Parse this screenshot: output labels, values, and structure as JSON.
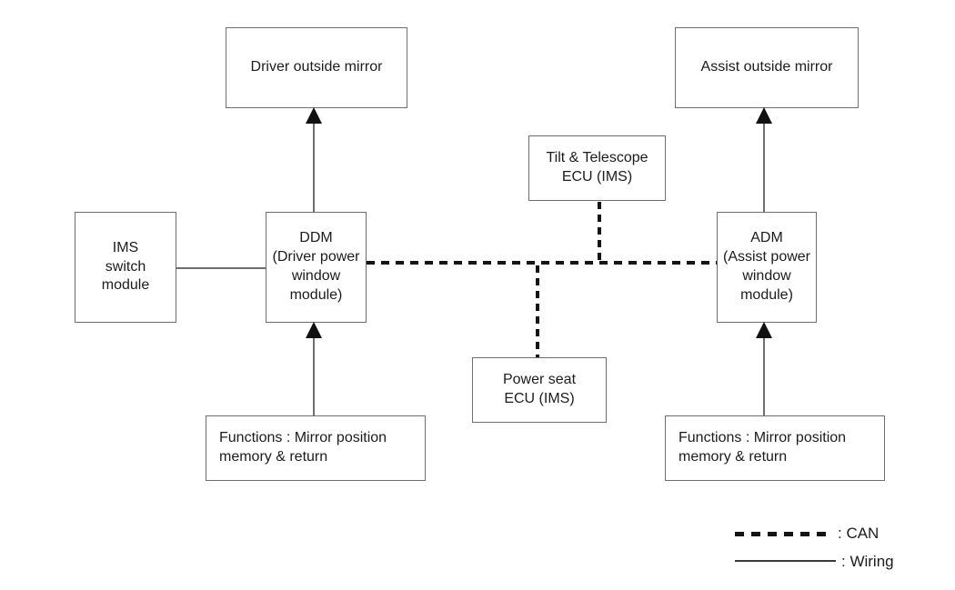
{
  "diagram": {
    "boxes": {
      "driver_outside_mirror": {
        "label": "Driver outside mirror"
      },
      "assist_outside_mirror": {
        "label": "Assist outside mirror"
      },
      "tilt_telescope_ecu": {
        "label": "Tilt & Telescope\nECU (IMS)"
      },
      "ims_switch_module": {
        "label": "IMS\nswitch\nmodule"
      },
      "ddm": {
        "label": "DDM\n(Driver power\nwindow\nmodule)"
      },
      "adm": {
        "label": "ADM\n(Assist power\nwindow\nmodule)"
      },
      "power_seat_ecu": {
        "label": "Power seat\nECU (IMS)"
      },
      "functions_driver": {
        "label": "Functions : Mirror position\nmemory & return"
      },
      "functions_assist": {
        "label": "Functions : Mirror position\nmemory & return"
      }
    },
    "legend": {
      "can": ": CAN",
      "wiring": ": Wiring"
    },
    "connections": [
      {
        "from": "DDM",
        "to": "Driver outside mirror",
        "type": "wiring",
        "arrow": true
      },
      {
        "from": "ADM",
        "to": "Assist outside mirror",
        "type": "wiring",
        "arrow": true
      },
      {
        "from": "IMS switch module",
        "to": "DDM",
        "type": "wiring",
        "arrow": false
      },
      {
        "from": "Functions : Mirror position memory & return (driver)",
        "to": "DDM",
        "type": "wiring",
        "arrow": true
      },
      {
        "from": "Functions : Mirror position memory & return (assist)",
        "to": "ADM",
        "type": "wiring",
        "arrow": true
      },
      {
        "from": "DDM",
        "to": "ADM",
        "type": "CAN",
        "arrow": false
      },
      {
        "from": "Tilt & Telescope ECU (IMS)",
        "to": "CAN bus",
        "type": "CAN",
        "arrow": false
      },
      {
        "from": "Power seat ECU (IMS)",
        "to": "CAN bus",
        "type": "CAN",
        "arrow": false
      }
    ],
    "colors": {
      "box_border": "#6e6e6e",
      "wiring_line": "#6e6e6e",
      "can_line": "#141414",
      "text": "#1c1c1c",
      "background": "#ffffff"
    }
  }
}
